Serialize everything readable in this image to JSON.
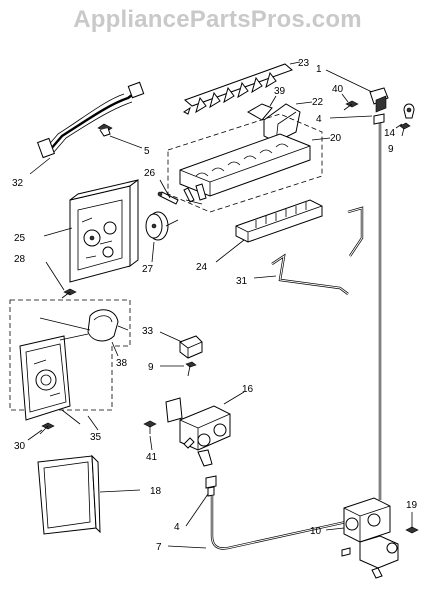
{
  "watermark": "AppliancePartsPros.com",
  "callouts": [
    {
      "id": "c23",
      "text": "23"
    },
    {
      "id": "c1",
      "text": "1"
    },
    {
      "id": "c40",
      "text": "40"
    },
    {
      "id": "c22",
      "text": "22"
    },
    {
      "id": "c39",
      "text": "39"
    },
    {
      "id": "c4a",
      "text": "4"
    },
    {
      "id": "c14",
      "text": "14"
    },
    {
      "id": "c9a",
      "text": "9"
    },
    {
      "id": "c20",
      "text": "20"
    },
    {
      "id": "c5",
      "text": "5"
    },
    {
      "id": "c32",
      "text": "32"
    },
    {
      "id": "c26",
      "text": "26"
    },
    {
      "id": "c25",
      "text": "25"
    },
    {
      "id": "c27",
      "text": "27"
    },
    {
      "id": "c28",
      "text": "28"
    },
    {
      "id": "c24",
      "text": "24"
    },
    {
      "id": "c31",
      "text": "31"
    },
    {
      "id": "c33",
      "text": "33"
    },
    {
      "id": "c38",
      "text": "38"
    },
    {
      "id": "c9b",
      "text": "9"
    },
    {
      "id": "c16",
      "text": "16"
    },
    {
      "id": "c30",
      "text": "30"
    },
    {
      "id": "c35",
      "text": "35"
    },
    {
      "id": "c41",
      "text": "41"
    },
    {
      "id": "c18",
      "text": "18"
    },
    {
      "id": "c4b",
      "text": "4"
    },
    {
      "id": "c7",
      "text": "7"
    },
    {
      "id": "c19",
      "text": "19"
    },
    {
      "id": "c10",
      "text": "10"
    }
  ]
}
